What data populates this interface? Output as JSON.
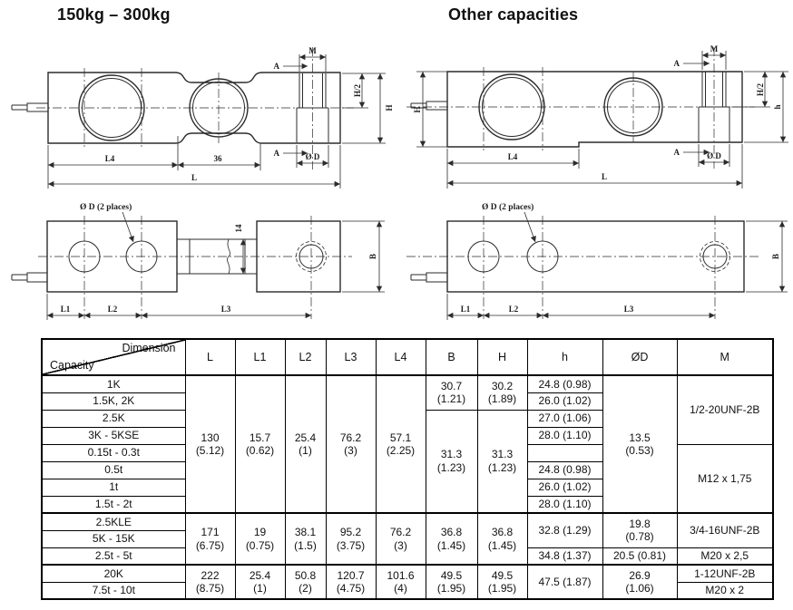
{
  "page": {
    "left_title": "150kg – 300kg",
    "right_title": "Other capacities"
  },
  "labels": {
    "m": "M",
    "a": "A",
    "h_half": "H/2",
    "h_upper": "H",
    "h_lower": "h",
    "l": "L",
    "l1": "L1",
    "l2": "L2",
    "l3": "L3",
    "l4": "L4",
    "b": "B",
    "dim_36": "36",
    "dim_14": "14",
    "od": "Ø D",
    "od_2places": "Ø D (2 places)"
  },
  "table": {
    "corner_top": "Dimension",
    "corner_bottom": "Capacity",
    "columns": [
      "L",
      "L1",
      "L2",
      "L3",
      "L4",
      "B",
      "H",
      "h",
      "ØD",
      "M"
    ],
    "capacities": [
      "1K",
      "1.5K, 2K",
      "2.5K",
      "3K - 5KSE",
      "0.15t - 0.3t",
      "0.5t",
      "1t",
      "1.5t - 2t",
      "2.5KLE",
      "5K - 15K",
      "2.5t - 5t",
      "20K",
      "7.5t - 10t"
    ],
    "cells": {
      "a_l": "130\n(5.12)",
      "a_l1": "15.7\n(0.62)",
      "a_l2": "25.4\n(1)",
      "a_l3": "76.2\n(3)",
      "a_l4": "57.1\n(2.25)",
      "a_b_top": "30.7\n(1.21)",
      "a_b_bot": "31.3\n(1.23)",
      "a_h_top": "30.2\n(1.89)",
      "a_h_bot": "31.3\n(1.23)",
      "a_hh1": "24.8 (0.98)",
      "a_hh2": "26.0 (1.02)",
      "a_hh3": "27.0 (1.06)",
      "a_hh4": "28.0 (1.10)",
      "a_hh5": "",
      "a_hh6": "24.8 (0.98)",
      "a_hh7": "26.0 (1.02)",
      "a_hh8": "28.0 (1.10)",
      "a_od": "13.5\n(0.53)",
      "a_m_top": "1/2-20UNF-2B",
      "a_m_bot": "M12 x 1,75",
      "b_l": "171\n(6.75)",
      "b_l1": "19\n(0.75)",
      "b_l2": "38.1\n(1.5)",
      "b_l3": "95.2\n(3.75)",
      "b_l4": "76.2\n(3)",
      "b_b": "36.8\n(1.45)",
      "b_h": "36.8\n(1.45)",
      "b_hh_top": "32.8 (1.29)",
      "b_hh_bot": "34.8 (1.37)",
      "b_od_top": "19.8\n(0.78)",
      "b_od_bot": "20.5 (0.81)",
      "b_m_top": "3/4-16UNF-2B",
      "b_m_bot": "M20 x 2,5",
      "c_l": "222\n(8.75)",
      "c_l1": "25.4\n(1)",
      "c_l2": "50.8\n(2)",
      "c_l3": "120.7\n(4.75)",
      "c_l4": "101.6\n(4)",
      "c_b": "49.5\n(1.95)",
      "c_h": "49.5\n(1.95)",
      "c_hh": "47.5 (1.87)",
      "c_od": "26.9\n(1.06)",
      "c_m_top": "1-12UNF-2B",
      "c_m_bot": "M20 x 2"
    }
  }
}
